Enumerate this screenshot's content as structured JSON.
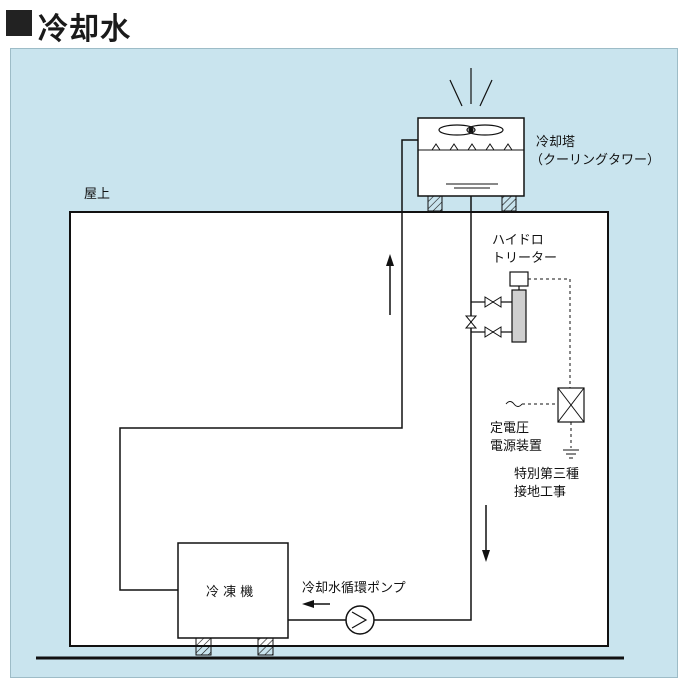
{
  "title": "冷却水",
  "labels": {
    "rooftop": "屋上",
    "cooling_tower_1": "冷却塔",
    "cooling_tower_2": "（クーリングタワー）",
    "hydro_1": "ハイドロ",
    "hydro_2": "トリーター",
    "power_1": "定電圧",
    "power_2": "電源装置",
    "ground_1": "特別第三種",
    "ground_2": "接地工事",
    "pump": "冷却水循環ポンプ",
    "chiller": "冷 凍 機"
  },
  "colors": {
    "background": "#c9e4ee",
    "building": "#ffffff",
    "line": "#111111",
    "title_mark": "#222222"
  }
}
